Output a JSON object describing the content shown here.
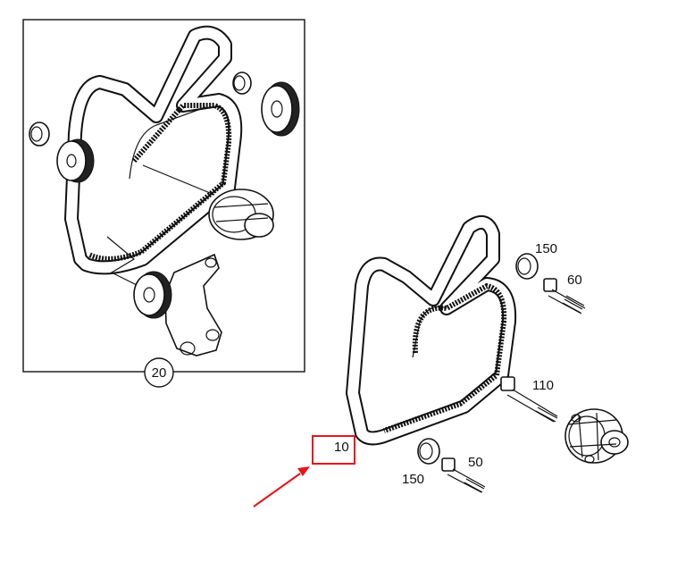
{
  "callouts": {
    "inset_assembly": "20",
    "belt": "10",
    "seal_upper": "150",
    "seal_lower": "150",
    "bolt_upper": "60",
    "bolt_middle": "110",
    "bolt_lower": "50"
  },
  "colors": {
    "line": "#111111",
    "highlight": "#e8141a",
    "background": "#ffffff"
  }
}
